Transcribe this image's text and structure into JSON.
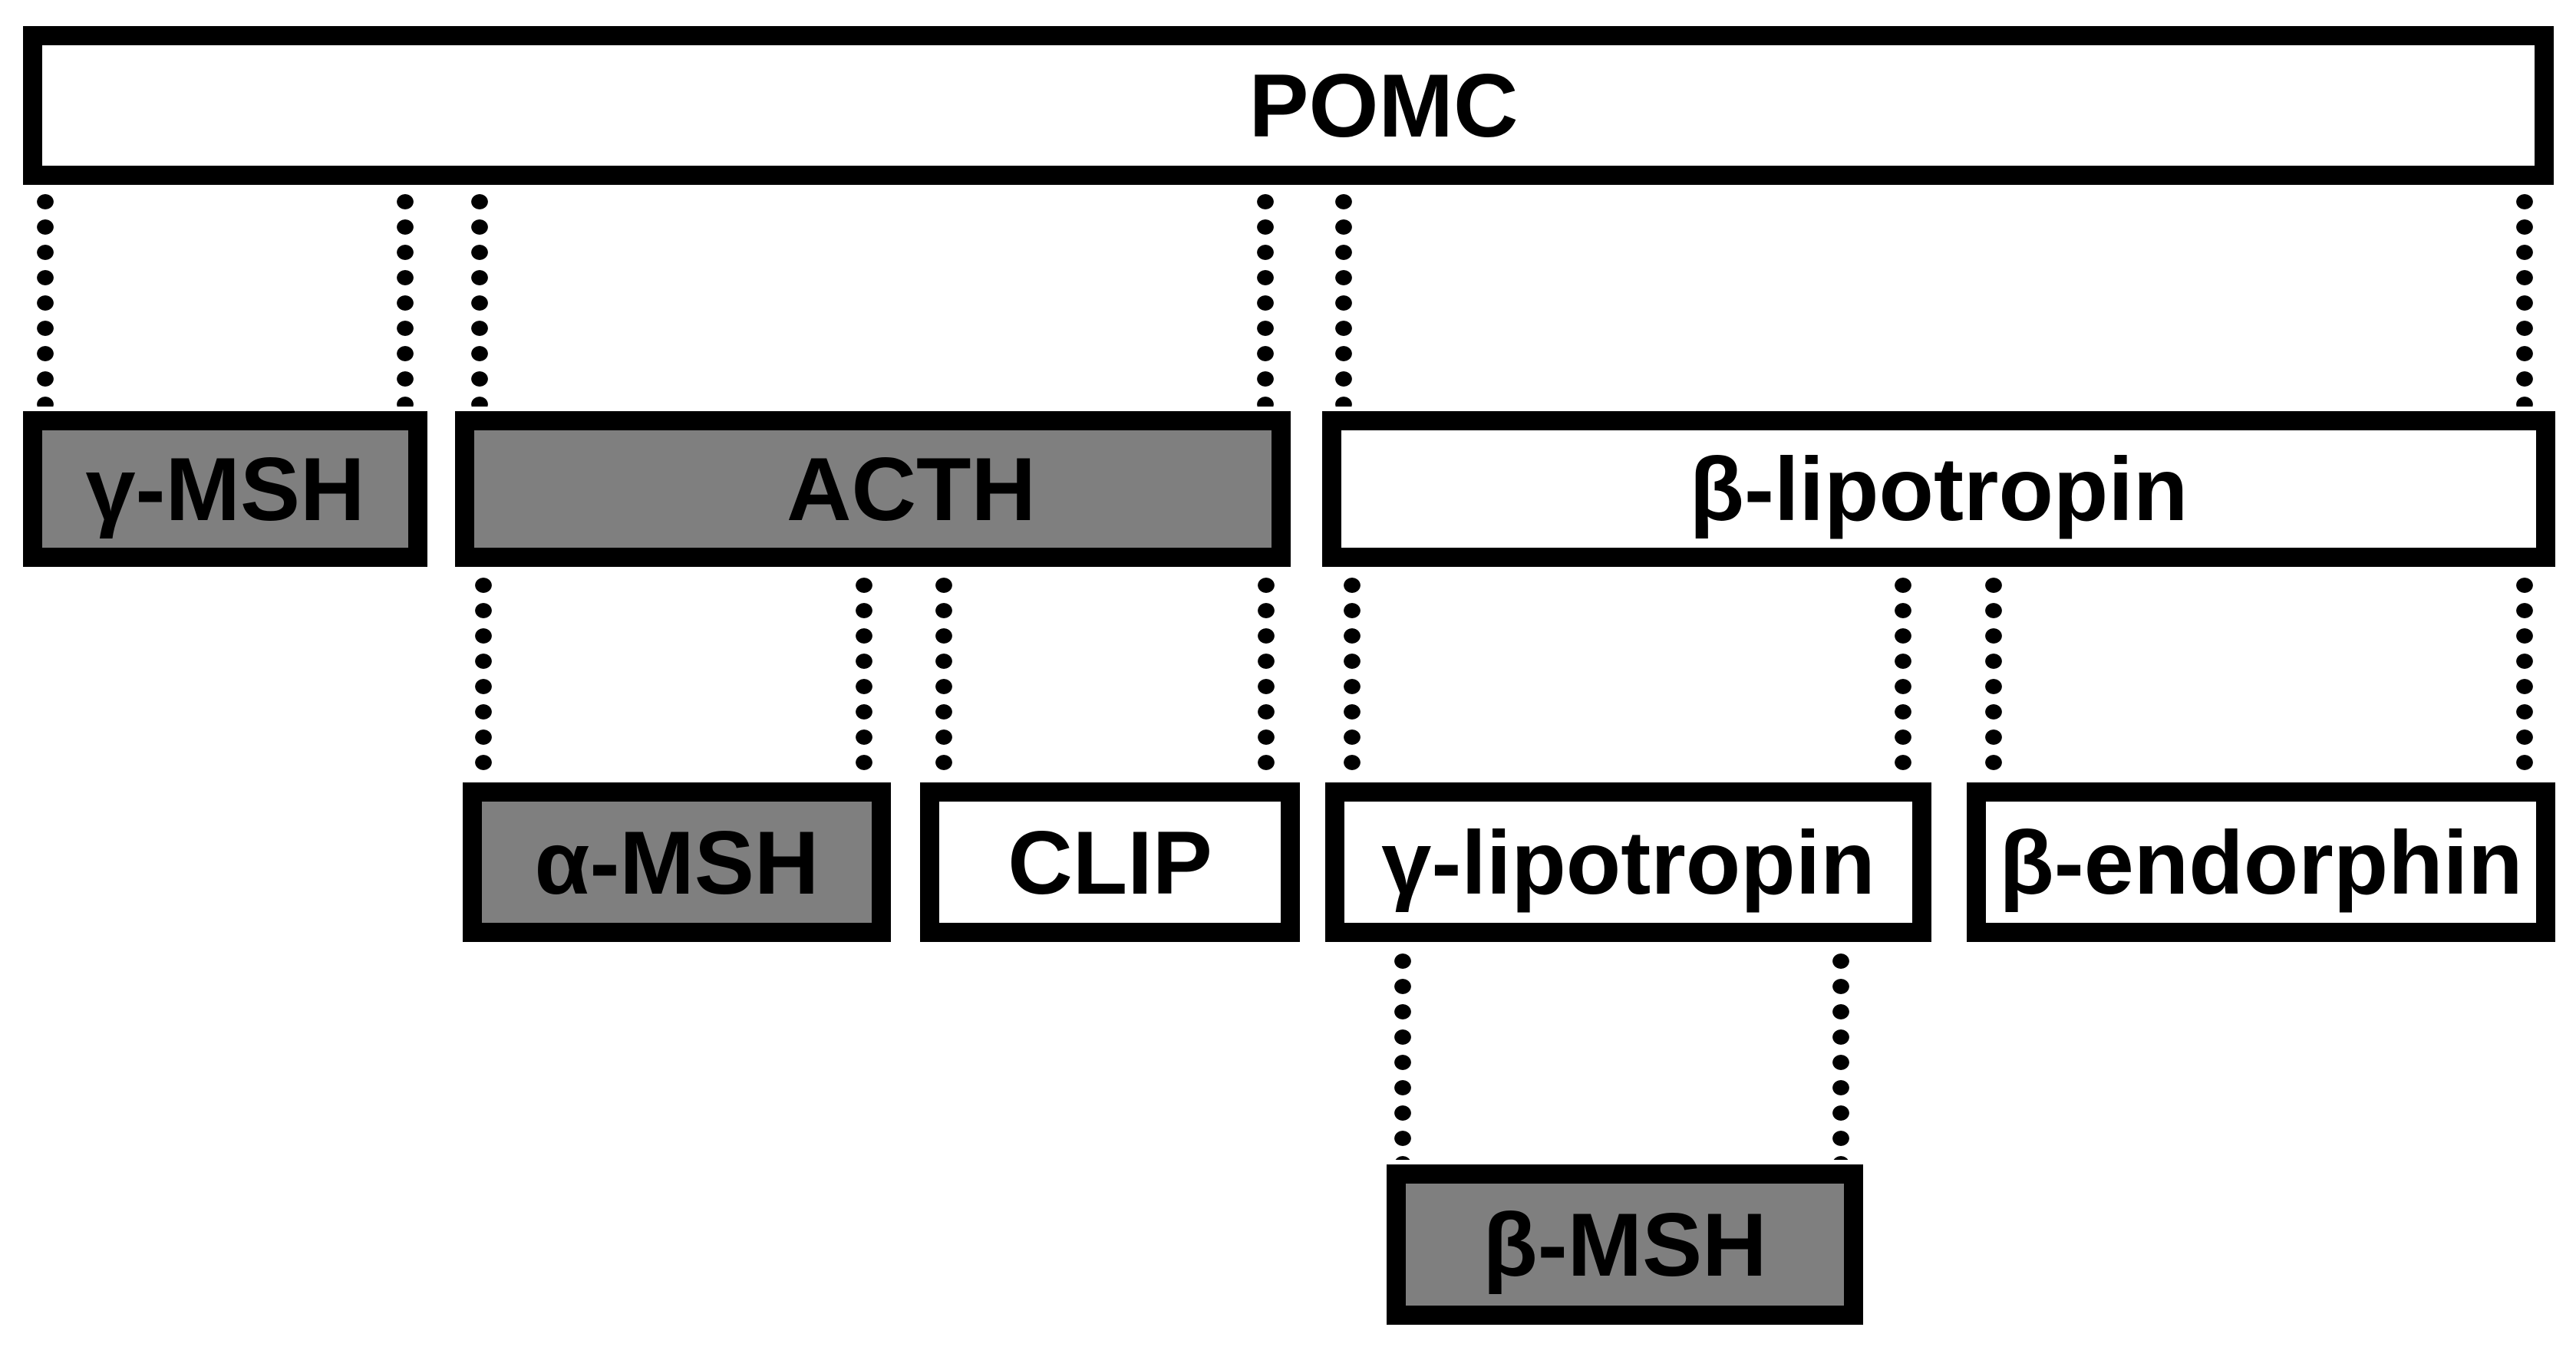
{
  "diagram": {
    "description": "POMC (pro-opiomelanocortin) cleavage diagram: boxes connected by vertical dotted lines",
    "background": "#ffffff",
    "colors": {
      "box_border": "#000000",
      "shaded_fill": "#7f7f7f",
      "unshaded_fill": "#ffffff",
      "text": "#000000",
      "connector": "#000000"
    },
    "connector_style": "dotted-vertical",
    "nodes": {
      "pomc": {
        "label": "POMC",
        "shaded": false,
        "row": 1
      },
      "gamma_msh": {
        "label": "γ-MSH",
        "shaded": true,
        "row": 2
      },
      "acth": {
        "label": "ACTH",
        "shaded": true,
        "row": 2
      },
      "beta_lipotropin": {
        "label": "β-lipotropin",
        "shaded": false,
        "row": 2
      },
      "alpha_msh": {
        "label": "α-MSH",
        "shaded": true,
        "row": 3
      },
      "clip": {
        "label": "CLIP",
        "shaded": false,
        "row": 3
      },
      "gamma_lipotropin": {
        "label": "γ-lipotropin",
        "shaded": false,
        "row": 3
      },
      "beta_endorphin": {
        "label": "β-endorphin",
        "shaded": false,
        "row": 3
      },
      "beta_msh": {
        "label": "β-MSH",
        "shaded": true,
        "row": 4
      }
    },
    "edges": [
      {
        "from": "pomc",
        "to": "gamma_msh"
      },
      {
        "from": "pomc",
        "to": "acth"
      },
      {
        "from": "pomc",
        "to": "beta_lipotropin"
      },
      {
        "from": "acth",
        "to": "alpha_msh"
      },
      {
        "from": "acth",
        "to": "clip"
      },
      {
        "from": "beta_lipotropin",
        "to": "gamma_lipotropin"
      },
      {
        "from": "beta_lipotropin",
        "to": "beta_endorphin"
      },
      {
        "from": "gamma_lipotropin",
        "to": "beta_msh"
      }
    ]
  }
}
